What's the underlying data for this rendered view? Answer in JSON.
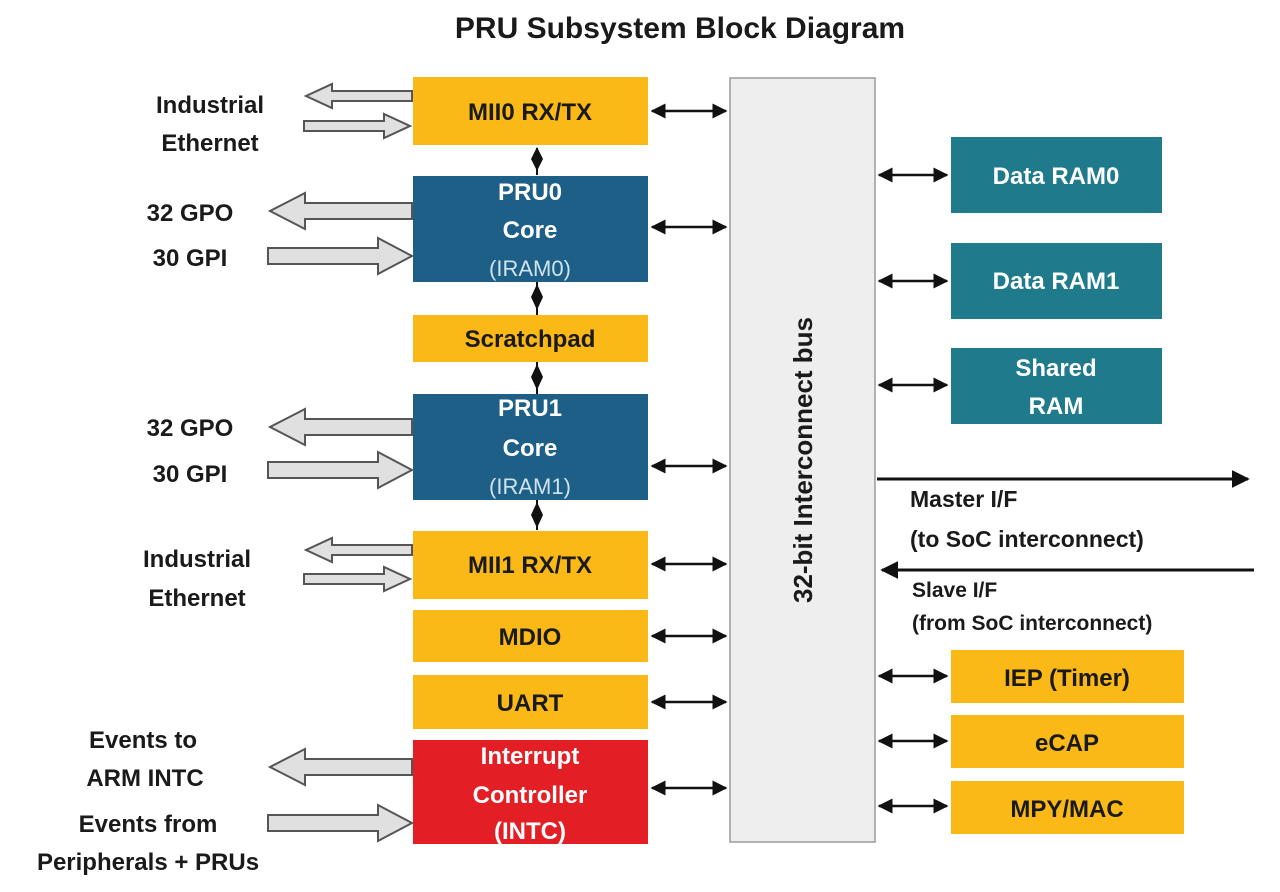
{
  "title": "PRU Subsystem Block Diagram",
  "colors": {
    "yellow": "#fbb918",
    "blue": "#1d5f86",
    "teal": "#1f7b8c",
    "red": "#e31e24",
    "bus": "#eeeeee",
    "arrow_fill": "#e0e0e0"
  },
  "left_labels": {
    "eth0": [
      "Industrial",
      "Ethernet"
    ],
    "gpo0": "32 GPO",
    "gpi0": "30 GPI",
    "gpo1": "32 GPO",
    "gpi1": "30 GPI",
    "eth1": [
      "Industrial",
      "Ethernet"
    ],
    "events_to": [
      "Events to",
      "ARM INTC"
    ],
    "events_from": [
      "Events from",
      "Peripherals + PRUs"
    ]
  },
  "blocks": {
    "mii0": "MII0 RX/TX",
    "pru0": [
      "PRU0",
      "Core",
      "(IRAM0)"
    ],
    "scratchpad": "Scratchpad",
    "pru1": [
      "PRU1",
      "Core",
      "(IRAM1)"
    ],
    "mii1": "MII1 RX/TX",
    "mdio": "MDIO",
    "uart": "UART",
    "intc": [
      "Interrupt",
      "Controller",
      "(INTC)"
    ]
  },
  "bus_label": "32-bit Interconnect bus",
  "right_blocks": {
    "data_ram0": "Data RAM0",
    "data_ram1": "Data RAM1",
    "shared_ram": [
      "Shared",
      "RAM"
    ],
    "iep": "IEP (Timer)",
    "ecap": "eCAP",
    "mpy": "MPY/MAC"
  },
  "interfaces": {
    "master": [
      "Master I/F",
      "(to SoC interconnect)"
    ],
    "slave": [
      "Slave I/F",
      "(from SoC interconnect)"
    ]
  }
}
